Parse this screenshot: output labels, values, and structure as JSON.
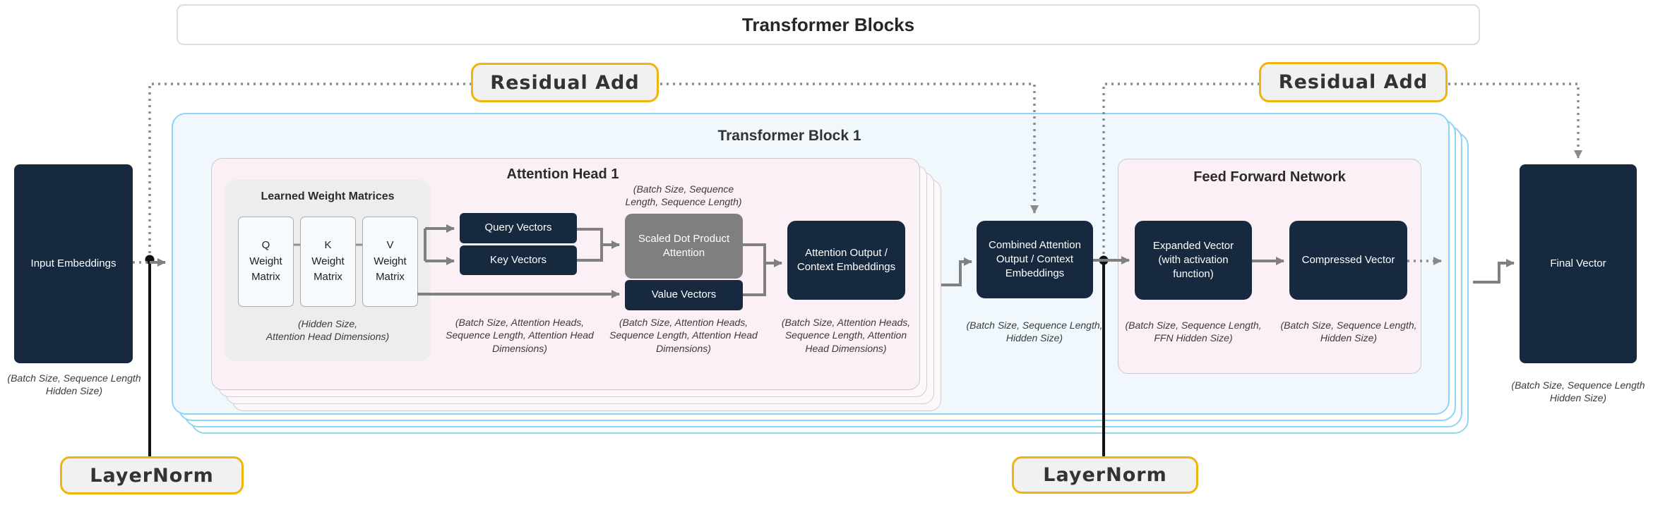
{
  "title": "Transformer Blocks",
  "block": {
    "title": "Transformer Block 1"
  },
  "annotations": {
    "residual_add_left": "Residual Add",
    "residual_add_right": "Residual Add",
    "layer_norm_left": "LayerNorm",
    "layer_norm_right": "LayerNorm"
  },
  "input": {
    "label": "Input Embeddings",
    "shape": "(Batch Size, Sequence Length\nHidden Size)"
  },
  "attention_head": {
    "title": "Attention Head 1",
    "weights": {
      "title": "Learned Weight Matrices",
      "q": "Q\nWeight\nMatrix",
      "k": "K\nWeight\nMatrix",
      "v": "V\nWeight\nMatrix",
      "shape": "(Hidden Size,\nAttention Head Dimensions)"
    },
    "query": "Query Vectors",
    "key": "Key Vectors",
    "qkv_shape": "(Batch Size, Attention Heads,\nSequence Length, Attention Head\nDimensions)",
    "sdpa": "Scaled Dot Product\nAttention",
    "sdpa_shape": "(Batch Size, Sequence\nLength, Sequence Length)",
    "value": "Value Vectors",
    "value_shape": "(Batch Size, Attention Heads,\nSequence Length, Attention Head\nDimensions)",
    "output": "Attention Output /\nContext Embeddings",
    "output_shape": "(Batch Size, Attention Heads,\nSequence Length, Attention\nHead Dimensions)"
  },
  "combined": {
    "label": "Combined Attention\nOutput / Context\nEmbeddings",
    "shape": "(Batch Size, Sequence Length,\nHidden Size)"
  },
  "ffn": {
    "title": "Feed Forward Network",
    "expanded": "Expanded Vector\n(with activation\nfunction)",
    "expanded_shape": "(Batch Size, Sequence Length,\nFFN Hidden Size)",
    "compressed": "Compressed Vector",
    "compressed_shape": "(Batch Size, Sequence Length,\nHidden Size)"
  },
  "final": {
    "label": "Final Vector",
    "shape": "(Batch Size, Sequence Length\nHidden Size)"
  },
  "colors": {
    "navy_box": "#16293e",
    "gray_box": "#7f7f7f",
    "block_border": "#8fd4f5",
    "block_fill": "#f0f8fd",
    "pink_fill": "#fbf0f6",
    "annotation_border": "#f0b40e",
    "annotation_fill": "#f1f1f1",
    "arrow": "#808080",
    "dotted_line": "#8a8a8a"
  }
}
